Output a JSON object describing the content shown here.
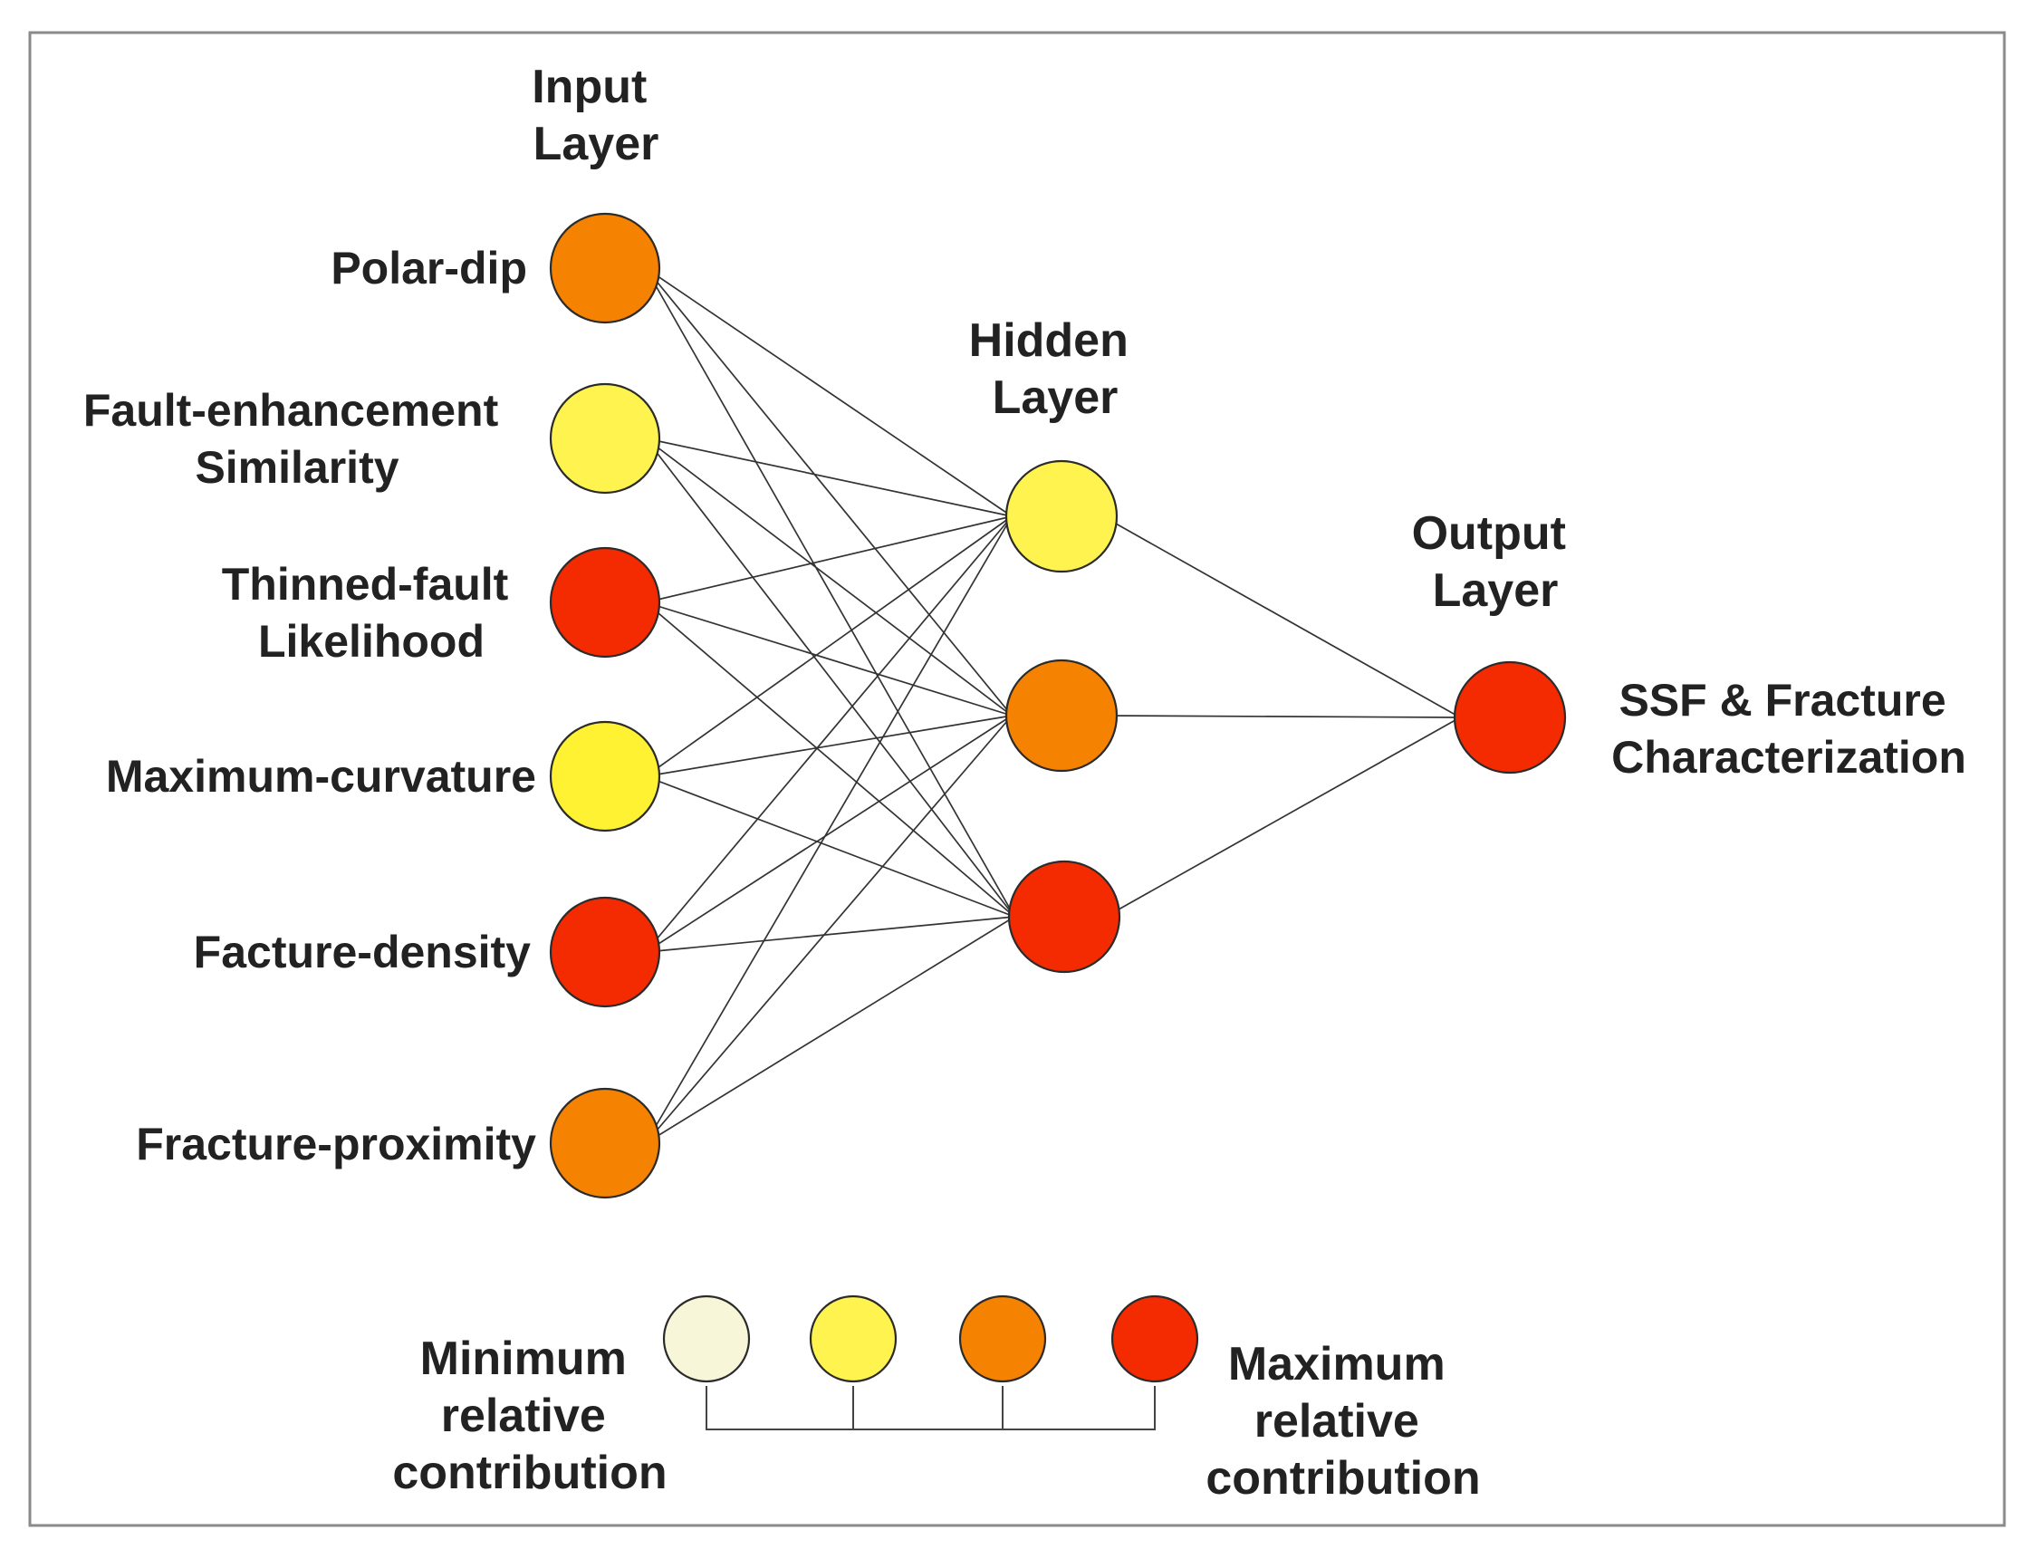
{
  "headers": {
    "input": [
      "Input",
      "Layer"
    ],
    "hidden": [
      "Hidden",
      "Layer"
    ],
    "output": [
      "Output",
      "Layer"
    ]
  },
  "input_nodes": [
    {
      "label": [
        "Polar-dip"
      ],
      "color": "#F58200"
    },
    {
      "label": [
        "Fault-enhancement",
        "Similarity"
      ],
      "color": "#FFF44F"
    },
    {
      "label": [
        "Thinned-fault",
        "Likelihood"
      ],
      "color": "#F42A00"
    },
    {
      "label": [
        "Maximum-curvature"
      ],
      "color": "#FFF233"
    },
    {
      "label": [
        "Facture-density"
      ],
      "color": "#F42A00"
    },
    {
      "label": [
        "Fracture-proximity"
      ],
      "color": "#F58200"
    }
  ],
  "hidden_nodes": [
    {
      "color": "#FFF44F"
    },
    {
      "color": "#F58200"
    },
    {
      "color": "#F42A00"
    }
  ],
  "output_node": {
    "label": [
      "SSF & Fracture",
      "Characterization"
    ],
    "color": "#F42A00"
  },
  "legend": {
    "colors": [
      "#F7F6D8",
      "#FFF44F",
      "#F58200",
      "#F42A00"
    ],
    "min_label": [
      "Minimum",
      "relative",
      "contribution"
    ],
    "max_label": [
      "Maximum",
      "relative",
      "contribution"
    ]
  }
}
